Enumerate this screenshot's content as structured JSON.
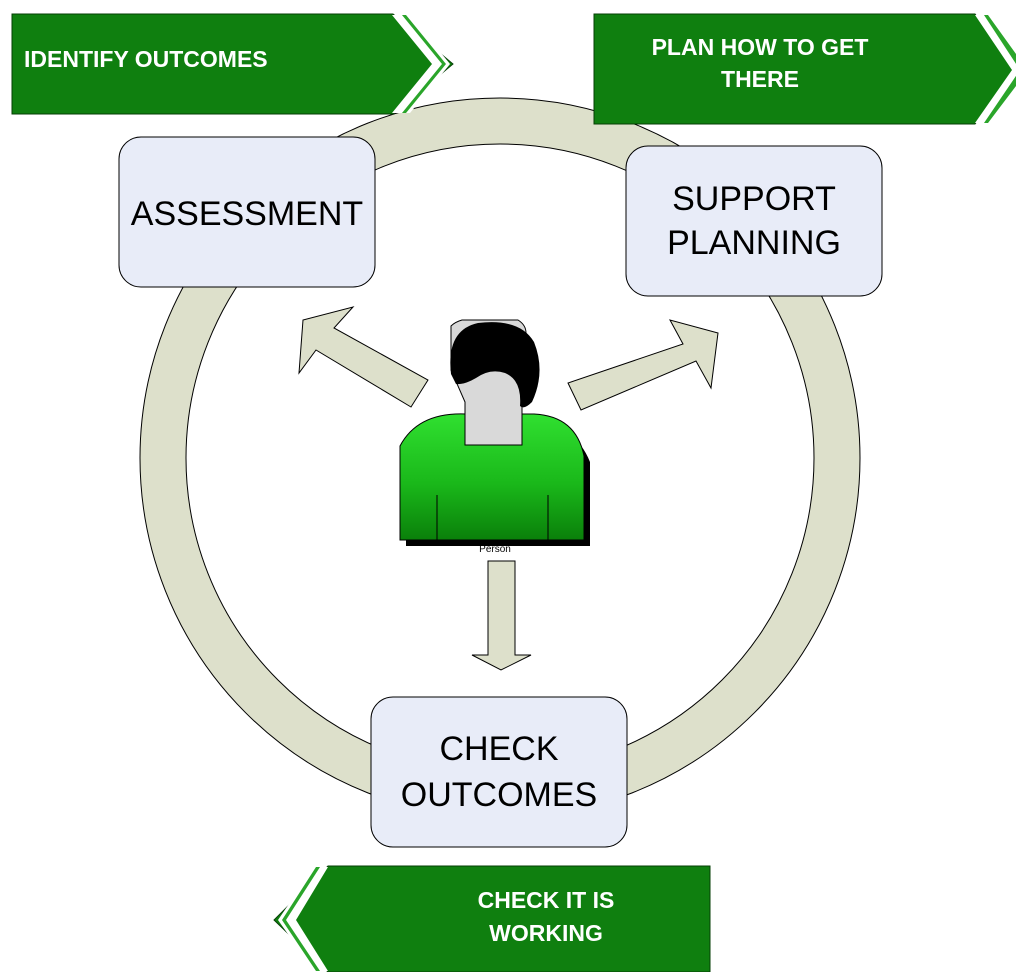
{
  "banners": {
    "identify": "IDENTIFY OUTCOMES",
    "plan": [
      "PLAN HOW TO GET",
      "THERE"
    ],
    "check_working": [
      "CHECK IT IS",
      "WORKING"
    ]
  },
  "stages": {
    "assessment": "ASSESSMENT",
    "support_planning": [
      "SUPPORT",
      "PLANNING"
    ],
    "check_outcomes": [
      "CHECK",
      "OUTCOMES"
    ]
  },
  "person": {
    "label": "Person"
  },
  "colors": {
    "banner_green": "#0f7f0f",
    "banner_stripe": "#2aa52a",
    "ring_fill": "#dde0cb",
    "box_fill": "#e8ecf8",
    "arrow_fill": "#dde0cb",
    "person_body": "#22c022",
    "person_face": "#d9d9d9",
    "person_hair": "#000000"
  },
  "icons": {
    "person": "person-icon",
    "arrow": "block-arrow"
  }
}
